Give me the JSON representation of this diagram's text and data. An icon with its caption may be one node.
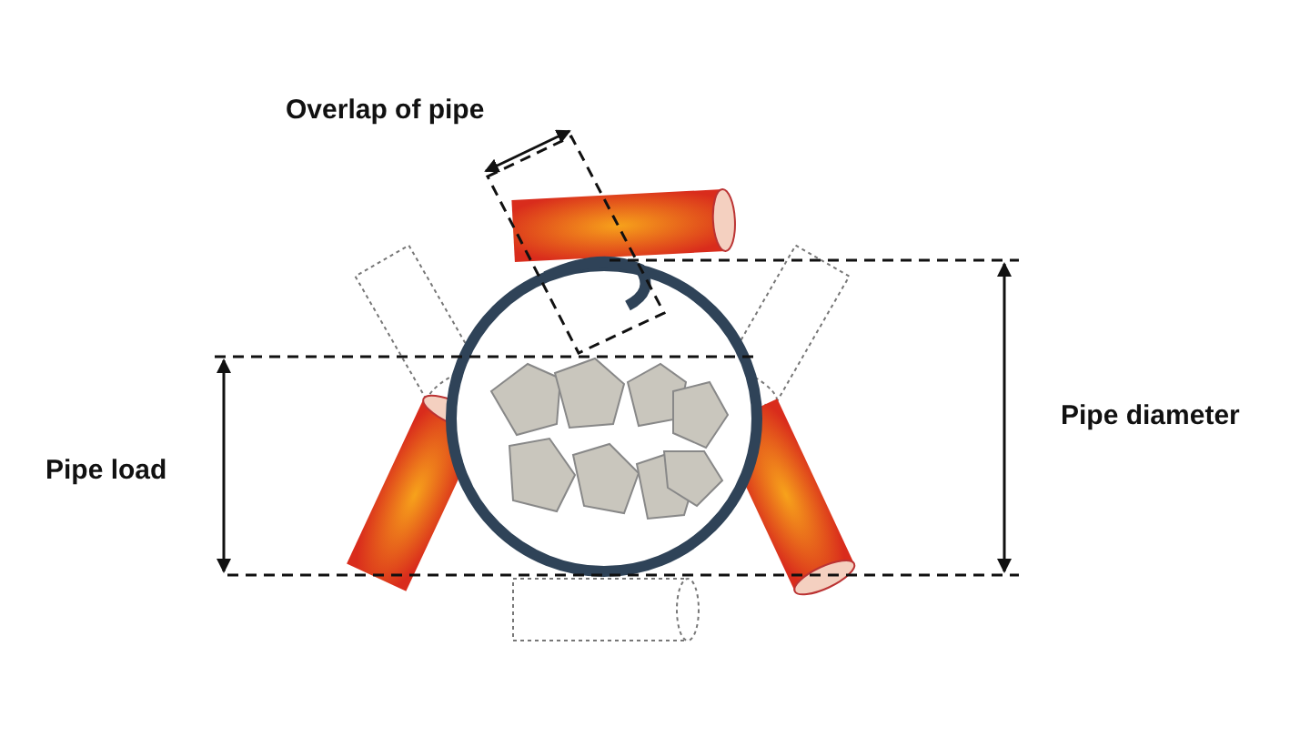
{
  "diagram": {
    "labels": [
      "Overlap of pipe",
      "Pipe load",
      "Pipe diameter"
    ]
  }
}
